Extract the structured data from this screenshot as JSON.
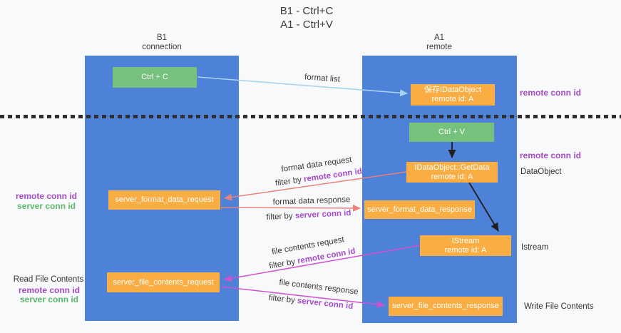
{
  "title": {
    "line1": "B1 - Ctrl+C",
    "line2": "A1 - Ctrl+V"
  },
  "lanes": {
    "left": {
      "title": "B1",
      "subtitle": "connection"
    },
    "right": {
      "title": "A1",
      "subtitle": "remote"
    }
  },
  "nodes": {
    "ctrl_c": "Ctrl + C",
    "save_dataobject": {
      "line1": "保存IDataObject",
      "line2": "remote id: A"
    },
    "ctrl_v": "Ctrl + V",
    "getdata": {
      "line1": "IDataObject::GetData",
      "line2": "remote id: A"
    },
    "format_request": "server_format_data_request",
    "format_response": "server_format_data_response",
    "istream": {
      "line1": "IStream",
      "line2": "remote id: A"
    },
    "file_request": "server_file_contents_request",
    "file_response": "server_file_contents_response"
  },
  "edge_labels": {
    "format_list": "format list",
    "format_data_request": "format data request",
    "format_data_response": "format data response",
    "file_contents_request": "file contents request",
    "file_contents_response": "file contents response",
    "filter_by": "filter by",
    "remote_conn_id": "remote conn id",
    "server_conn_id": "server conn id"
  },
  "annotations": {
    "right_remote_conn_id_top": "remote conn id",
    "right_remote_conn_id_mid": "remote conn id",
    "dataobject": "DataObject",
    "istream": "Istream",
    "write_file_contents": "Write File Contents",
    "left_remote_conn_id_mid": "remote conn id",
    "left_server_conn_id_mid": "server conn id",
    "read_file_contents": "Read File Contents",
    "left_remote_conn_id_bottom": "remote conn id",
    "left_server_conn_id_bottom": "server conn id"
  },
  "colors": {
    "background": "#f8f9fa",
    "lane_blue": "#4e82d8",
    "node_orange": "#f9ad42",
    "node_green": "#76c17c",
    "arrow_blue": "#a9d2f0",
    "arrow_red": "#e8837c",
    "arrow_magenta": "#cf52cf",
    "arrow_black": "#1f1f1f",
    "text_dark": "#3d3d3d",
    "text_purple": "#a74bc9",
    "text_green": "#5cb86a",
    "divider": "#303030"
  }
}
